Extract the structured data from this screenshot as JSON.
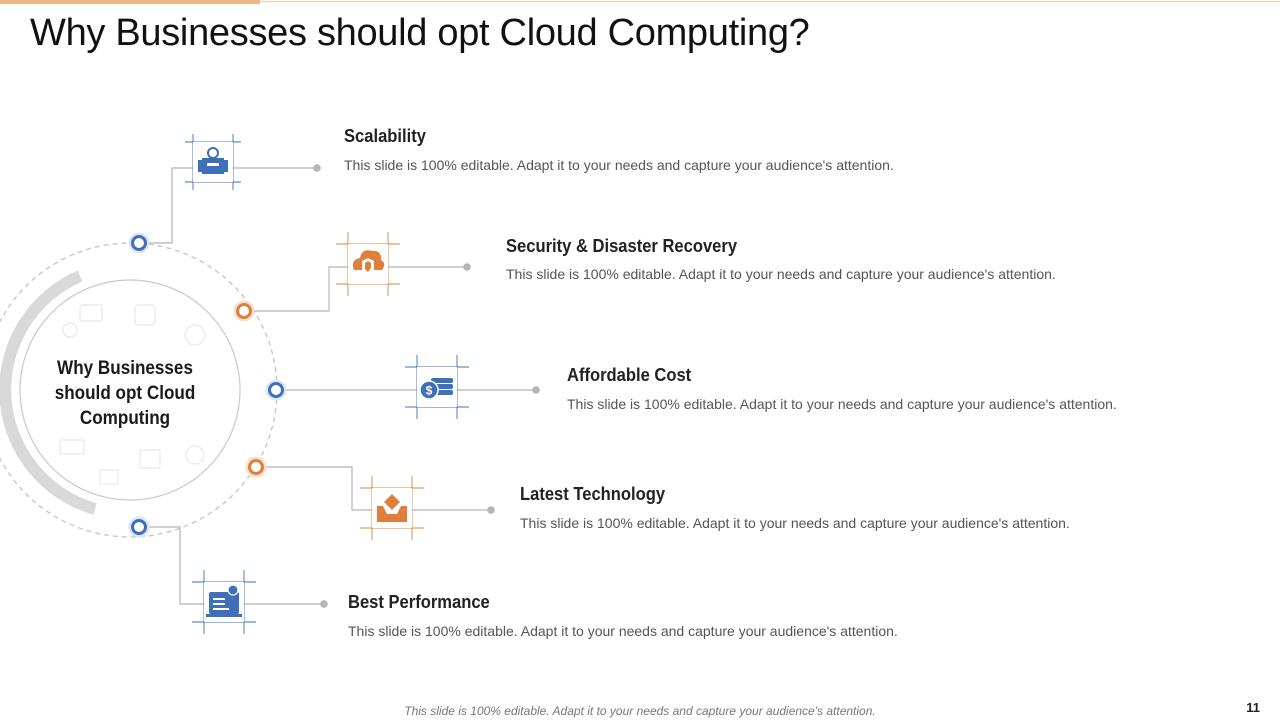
{
  "slide": {
    "title": "Why Businesses should opt Cloud Computing?",
    "hub_label": "Why Businesses should opt Cloud Computing",
    "footer_note": "This slide is 100% editable. Adapt it to your needs and capture your audience's attention.",
    "page_number": "11"
  },
  "colors": {
    "blue": "#3e6fb8",
    "orange": "#e07f3c",
    "accent_bar": "#f0b48a"
  },
  "items": [
    {
      "title": "Scalability",
      "desc": "This slide is 100% editable.  Adapt it to your needs and capture your audience's attention.",
      "icon": "server-bot-icon",
      "color": "blue"
    },
    {
      "title": "Security & Disaster Recovery",
      "desc": "This slide is 100% editable.  Adapt it to your needs and capture your audience's attention.",
      "icon": "cloud-shield-icon",
      "color": "orange"
    },
    {
      "title": "Affordable Cost",
      "desc": "This slide is 100% editable.  Adapt it to your needs and capture your audience's attention.",
      "icon": "coin-stack-icon",
      "color": "blue"
    },
    {
      "title": "Latest Technology",
      "desc": "This slide is 100% editable.  Adapt it to your needs and capture your audience's attention.",
      "icon": "tray-upload-icon",
      "color": "orange"
    },
    {
      "title": "Best Performance",
      "desc": "This slide is 100% editable.  Adapt it to your needs and capture your audience's attention.",
      "icon": "monitor-badge-icon",
      "color": "blue"
    }
  ]
}
